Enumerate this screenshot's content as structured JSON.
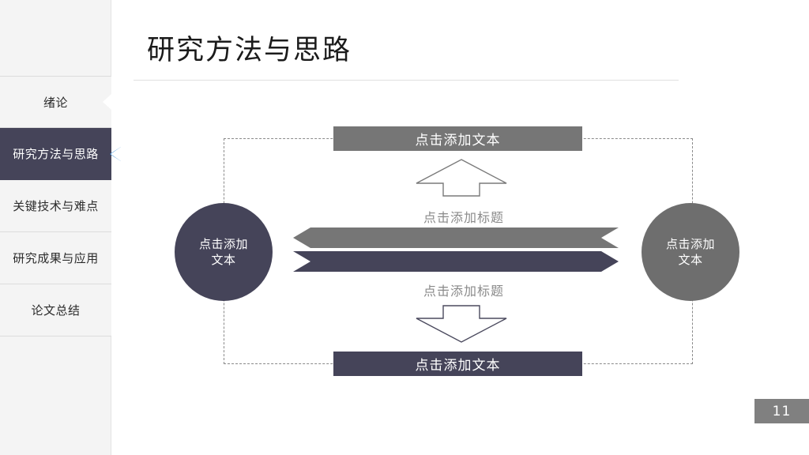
{
  "slide": {
    "title": "研究方法与思路",
    "page_number": "11",
    "colors": {
      "sidebar_bg": "#f4f4f4",
      "active_nav_bg": "#454459",
      "active_nav_arrow": "#1a7fd4",
      "dark_navy": "#454459",
      "mid_gray": "#767676",
      "circle_gray": "#6e6e6e",
      "dashed_border": "#8a8a8a",
      "badge_bg": "#808080",
      "title_text": "#1b1b1b",
      "label_text": "#8a8a8a"
    }
  },
  "sidebar": {
    "items": [
      {
        "label": "绪论",
        "active": false
      },
      {
        "label": "研究方法与思路",
        "active": true
      },
      {
        "label": "关键技术与难点",
        "active": false
      },
      {
        "label": "研究成果与应用",
        "active": false
      },
      {
        "label": "论文总结",
        "active": false
      }
    ]
  },
  "diagram": {
    "top_bar": {
      "text": "点击添加文本"
    },
    "bottom_bar": {
      "text": "点击添加文本"
    },
    "left_circle": {
      "line1": "点击添加",
      "line2": "文本"
    },
    "right_circle": {
      "line1": "点击添加",
      "line2": "文本"
    },
    "upper_label": "点击添加标题",
    "lower_label": "点击添加标题",
    "ribbon_gray_direction": "left",
    "ribbon_dark_direction": "right",
    "up_arrow_direction": "up",
    "down_arrow_direction": "down"
  }
}
